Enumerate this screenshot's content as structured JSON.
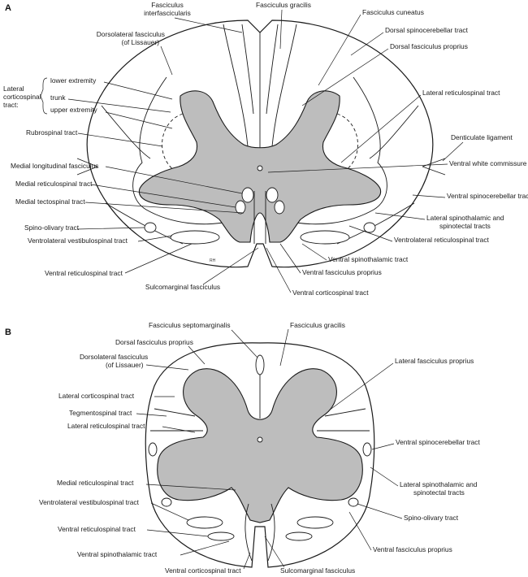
{
  "panel_a": {
    "letter": "A",
    "labels": {
      "fasc_interfasc_1": "Fasciculus",
      "fasc_interfasc_2": "interfascicularis",
      "fasc_gracilis": "Fasciculus gracilis",
      "fasc_cuneatus": "Fasciculus cuneatus",
      "dorsolateral_1": "Dorsolateral fasciculus",
      "dorsolateral_2": "(of Lissauer)",
      "dorsal_spinocerebellar": "Dorsal spinocerebellar tract",
      "dorsal_fasc_proprius": "Dorsal fasciculus proprius",
      "lateral_cort_1": "Lateral",
      "lateral_cort_2": "corticospinal",
      "lateral_cort_3": "tract:",
      "lower_extremity": "lower extremity",
      "trunk": "trunk",
      "upper_extremity": "upper extremity",
      "lateral_reticulospinal": "Lateral reticulospinal tract",
      "rubrospinal": "Rubrospinal tract",
      "denticulate": "Denticulate ligament",
      "ventral_white_commissure": "Ventral white commissure",
      "medial_longitudinal": "Medial longitudinal fasciculus",
      "medial_reticulospinal": "Medial reticulospinal tract",
      "ventral_spinocerebellar": "Ventral spinocerebellar tract",
      "medial_tectospinal": "Medial tectospinal tract",
      "lat_spinothalamic_1": "Lateral spinothalamic and",
      "lat_spinothalamic_2": "spinotectal tracts",
      "spino_olivary": "Spino-olivary tract",
      "ventrolateral_reticulospinal": "Ventrolateral reticulospinal tract",
      "ventrolateral_vestibulospinal": "Ventrolateral vestibulospinal tract",
      "ventral_spinothalamic": "Ventral spinothalamic tract",
      "ventral_reticulospinal": "Ventral reticulospinal tract",
      "ventral_fasc_proprius": "Ventral fasciculus proprius",
      "sulcomarginal": "Sulcomarginal fasciculus",
      "ventral_corticospinal": "Ventral corticospinal tract",
      "signature": "RH"
    }
  },
  "panel_b": {
    "letter": "B",
    "labels": {
      "fasc_septomarginalis": "Fasciculus septomarginalis",
      "fasc_gracilis": "Fasciculus gracilis",
      "dorsal_fasc_proprius": "Dorsal fasciculus proprius",
      "dorsolateral_1": "Dorsolateral fasciculus",
      "dorsolateral_2": "(of Lissauer)",
      "lateral_fasc_proprius": "Lateral fasciculus proprius",
      "lateral_corticospinal": "Lateral corticospinal tract",
      "tegmentospinal": "Tegmentospinal tract",
      "lateral_reticulospinal": "Lateral reticulospinal tract",
      "ventral_spinocerebellar": "Ventral spinocerebellar tract",
      "medial_reticulospinal": "Medial reticulospinal tract",
      "lat_spinothalamic_1": "Lateral spinothalamic and",
      "lat_spinothalamic_2": "spinotectal tracts",
      "ventrolateral_vestibulospinal": "Ventrolateral vestibulospinal tract",
      "spino_olivary": "Spino-olivary tract",
      "ventral_reticulospinal": "Ventral reticulospinal tract",
      "ventral_fasc_proprius": "Ventral fasciculus proprius",
      "ventral_spinothalamic": "Ventral spinothalamic tract",
      "ventral_corticospinal": "Ventral corticospinal tract",
      "sulcomarginal": "Sulcomarginal fasciculus"
    }
  }
}
